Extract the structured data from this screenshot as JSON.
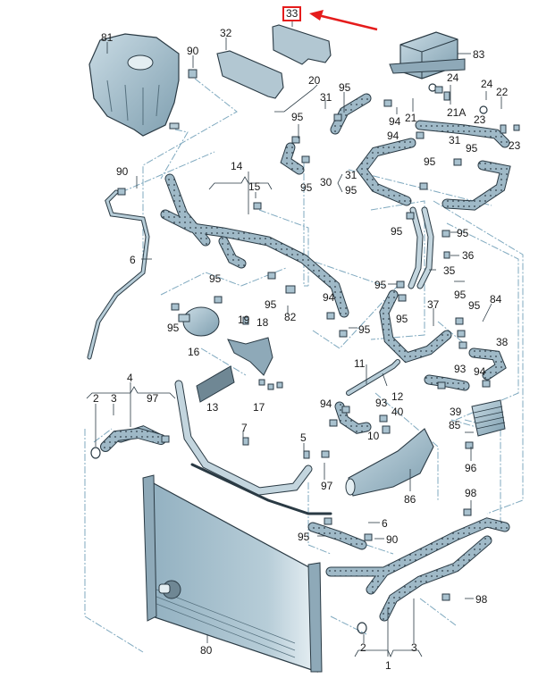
{
  "diagram": {
    "title": "Engine cooling system exploded parts diagram",
    "highlighted_part": "33",
    "highlight_color": "#e51c1c",
    "part_fill": "#a9c2cf",
    "part_stroke": "#2a3a44",
    "leader_color": "#7fa9bf",
    "labels": [
      {
        "id": "81",
        "text": "81"
      },
      {
        "id": "90a",
        "text": "90"
      },
      {
        "id": "32",
        "text": "32"
      },
      {
        "id": "33",
        "text": "33"
      },
      {
        "id": "83",
        "text": "83"
      },
      {
        "id": "24a",
        "text": "24"
      },
      {
        "id": "24b",
        "text": "24"
      },
      {
        "id": "22",
        "text": "22"
      },
      {
        "id": "20",
        "text": "20"
      },
      {
        "id": "95a",
        "text": "95"
      },
      {
        "id": "31a",
        "text": "31"
      },
      {
        "id": "95b",
        "text": "95"
      },
      {
        "id": "94a",
        "text": "94"
      },
      {
        "id": "21",
        "text": "21"
      },
      {
        "id": "21A",
        "text": "21A"
      },
      {
        "id": "23a",
        "text": "23"
      },
      {
        "id": "23b",
        "text": "23"
      },
      {
        "id": "94b",
        "text": "94"
      },
      {
        "id": "31b",
        "text": "31"
      },
      {
        "id": "95c",
        "text": "95"
      },
      {
        "id": "95d",
        "text": "95"
      },
      {
        "id": "30",
        "text": "30"
      },
      {
        "id": "31c",
        "text": "31"
      },
      {
        "id": "95e",
        "text": "95"
      },
      {
        "id": "95f",
        "text": "95"
      },
      {
        "id": "90b",
        "text": "90"
      },
      {
        "id": "14",
        "text": "14"
      },
      {
        "id": "15",
        "text": "15"
      },
      {
        "id": "6a",
        "text": "6"
      },
      {
        "id": "95g",
        "text": "95"
      },
      {
        "id": "95h",
        "text": "95"
      },
      {
        "id": "95i",
        "text": "95"
      },
      {
        "id": "82",
        "text": "82"
      },
      {
        "id": "94c",
        "text": "94"
      },
      {
        "id": "95j",
        "text": "95"
      },
      {
        "id": "16",
        "text": "16"
      },
      {
        "id": "19",
        "text": "19"
      },
      {
        "id": "18",
        "text": "18"
      },
      {
        "id": "13",
        "text": "13"
      },
      {
        "id": "17",
        "text": "17"
      },
      {
        "id": "95k",
        "text": "95"
      },
      {
        "id": "95l",
        "text": "95"
      },
      {
        "id": "36",
        "text": "36"
      },
      {
        "id": "35",
        "text": "35"
      },
      {
        "id": "95m",
        "text": "95"
      },
      {
        "id": "95n",
        "text": "95"
      },
      {
        "id": "37",
        "text": "37"
      },
      {
        "id": "95o",
        "text": "95"
      },
      {
        "id": "95p",
        "text": "95"
      },
      {
        "id": "84",
        "text": "84"
      },
      {
        "id": "38",
        "text": "38"
      },
      {
        "id": "93a",
        "text": "93"
      },
      {
        "id": "94d",
        "text": "94"
      },
      {
        "id": "39",
        "text": "39"
      },
      {
        "id": "85",
        "text": "85"
      },
      {
        "id": "11",
        "text": "11"
      },
      {
        "id": "12",
        "text": "12"
      },
      {
        "id": "94e",
        "text": "94"
      },
      {
        "id": "93b",
        "text": "93"
      },
      {
        "id": "40",
        "text": "40"
      },
      {
        "id": "10",
        "text": "10"
      },
      {
        "id": "4",
        "text": "4"
      },
      {
        "id": "2a",
        "text": "2"
      },
      {
        "id": "3a",
        "text": "3"
      },
      {
        "id": "97a",
        "text": "97"
      },
      {
        "id": "7",
        "text": "7"
      },
      {
        "id": "5",
        "text": "5"
      },
      {
        "id": "97b",
        "text": "97"
      },
      {
        "id": "86",
        "text": "86"
      },
      {
        "id": "96",
        "text": "96"
      },
      {
        "id": "98a",
        "text": "98"
      },
      {
        "id": "6b",
        "text": "6"
      },
      {
        "id": "95q",
        "text": "95"
      },
      {
        "id": "90c",
        "text": "90"
      },
      {
        "id": "98b",
        "text": "98"
      },
      {
        "id": "80",
        "text": "80"
      },
      {
        "id": "2b",
        "text": "2"
      },
      {
        "id": "3b",
        "text": "3"
      },
      {
        "id": "1",
        "text": "1"
      }
    ]
  }
}
